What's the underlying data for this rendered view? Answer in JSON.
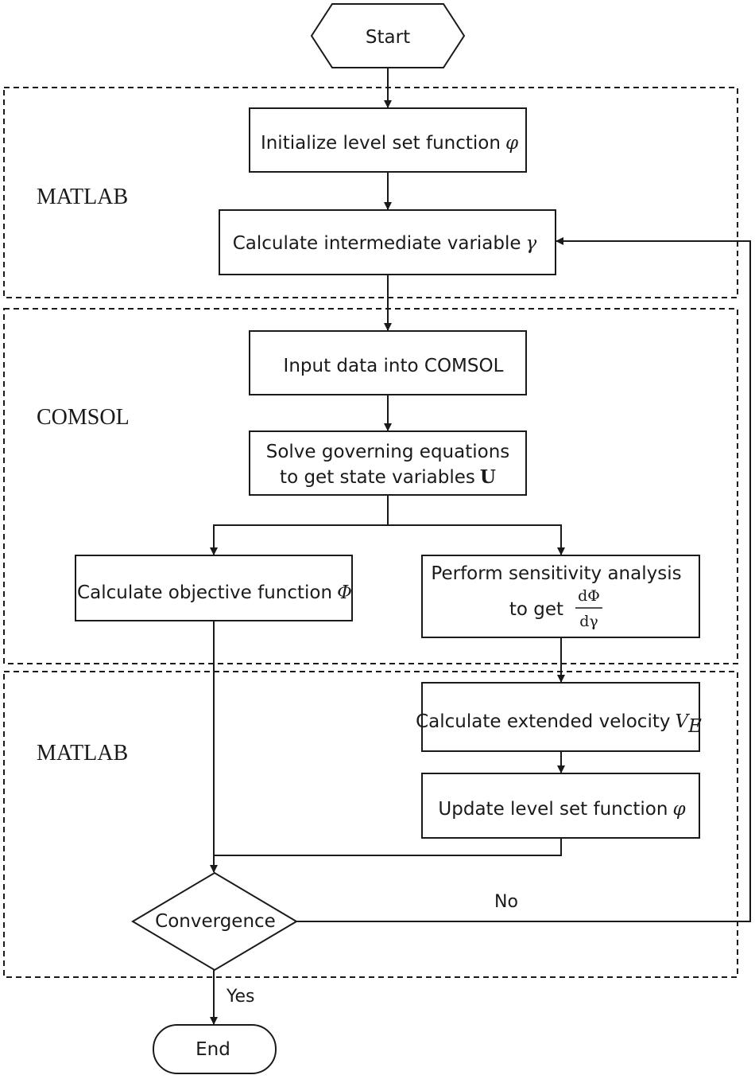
{
  "regions": {
    "matlab_top": "MATLAB",
    "comsol": "COMSOL",
    "matlab_bottom": "MATLAB"
  },
  "nodes": {
    "start": "Start",
    "initialize": {
      "text": "Initialize level set function",
      "symbol": "φ"
    },
    "intermediate": {
      "text": "Calculate intermediate variable",
      "symbol": "γ"
    },
    "input_comsol": "Input data into COMSOL",
    "solve": {
      "line1": "Solve governing equations",
      "line2": "to get state variables",
      "symbol": "U"
    },
    "objective": {
      "text": "Calculate objective function",
      "symbol": "Φ"
    },
    "sensitivity": {
      "line1": "Perform sensitivity analysis",
      "line2": "to get",
      "numerator": "dΦ",
      "denominator": "dγ"
    },
    "velocity": {
      "text": "Calculate extended velocity",
      "symbol": "V",
      "subscript": "E"
    },
    "update": {
      "text": "Update level set function",
      "symbol": "φ"
    },
    "convergence": "Convergence",
    "end": "End"
  },
  "edges": {
    "no": "No",
    "yes": "Yes"
  }
}
